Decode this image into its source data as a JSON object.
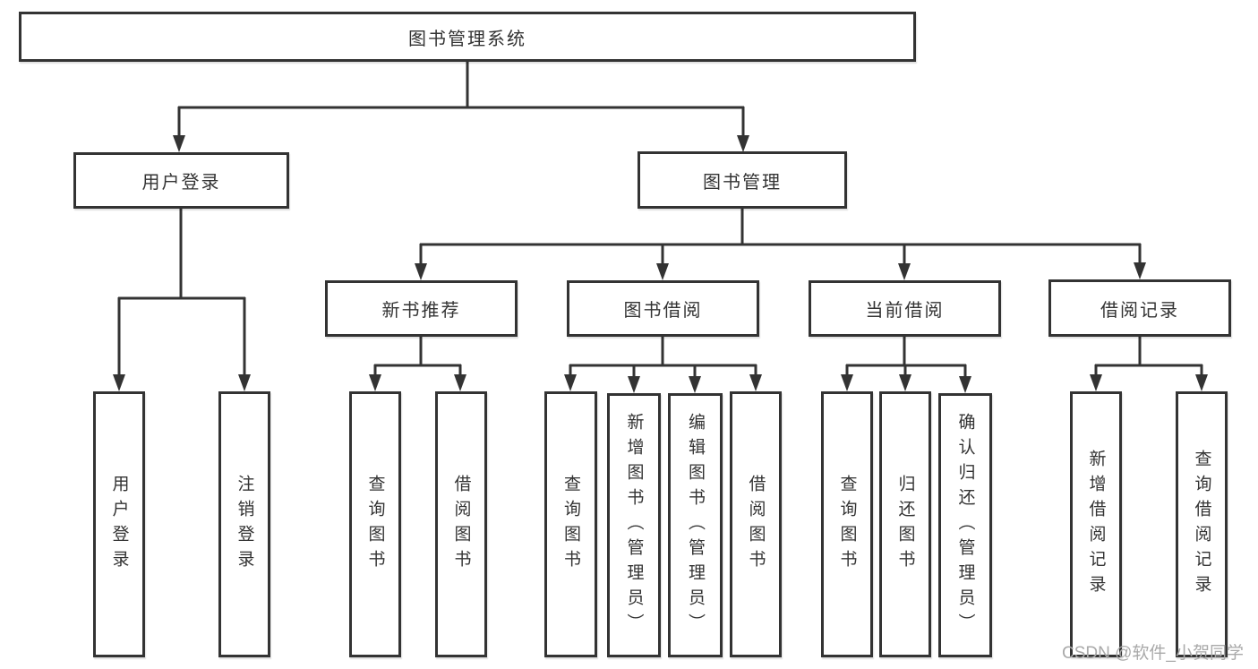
{
  "diagram": {
    "tree": {
      "root": {
        "label": "图书管理系统"
      },
      "branches": [
        {
          "label": "用户登录",
          "children": [
            {
              "label": "用户登录"
            },
            {
              "label": "注销登录"
            }
          ]
        },
        {
          "label": "图书管理",
          "children": [
            {
              "label": "新书推荐",
              "children": [
                {
                  "label": "查询图书"
                },
                {
                  "label": "借阅图书"
                }
              ]
            },
            {
              "label": "图书借阅",
              "children": [
                {
                  "label": "查询图书"
                },
                {
                  "label": "新增图书（管理员）"
                },
                {
                  "label": "编辑图书（管理员）"
                },
                {
                  "label": "借阅图书"
                }
              ]
            },
            {
              "label": "当前借阅",
              "children": [
                {
                  "label": "查询图书"
                },
                {
                  "label": "归还图书"
                },
                {
                  "label": "确认归还（管理员）"
                }
              ]
            },
            {
              "label": "借阅记录",
              "children": [
                {
                  "label": "新增借阅记录"
                },
                {
                  "label": "查询借阅记录"
                }
              ]
            }
          ]
        }
      ]
    },
    "watermark": "CSDN @软件_小贺同学",
    "colors": {
      "line": "#333333",
      "text": "#333333",
      "watermark": "#a9a9a9",
      "background": "#ffffff"
    }
  }
}
